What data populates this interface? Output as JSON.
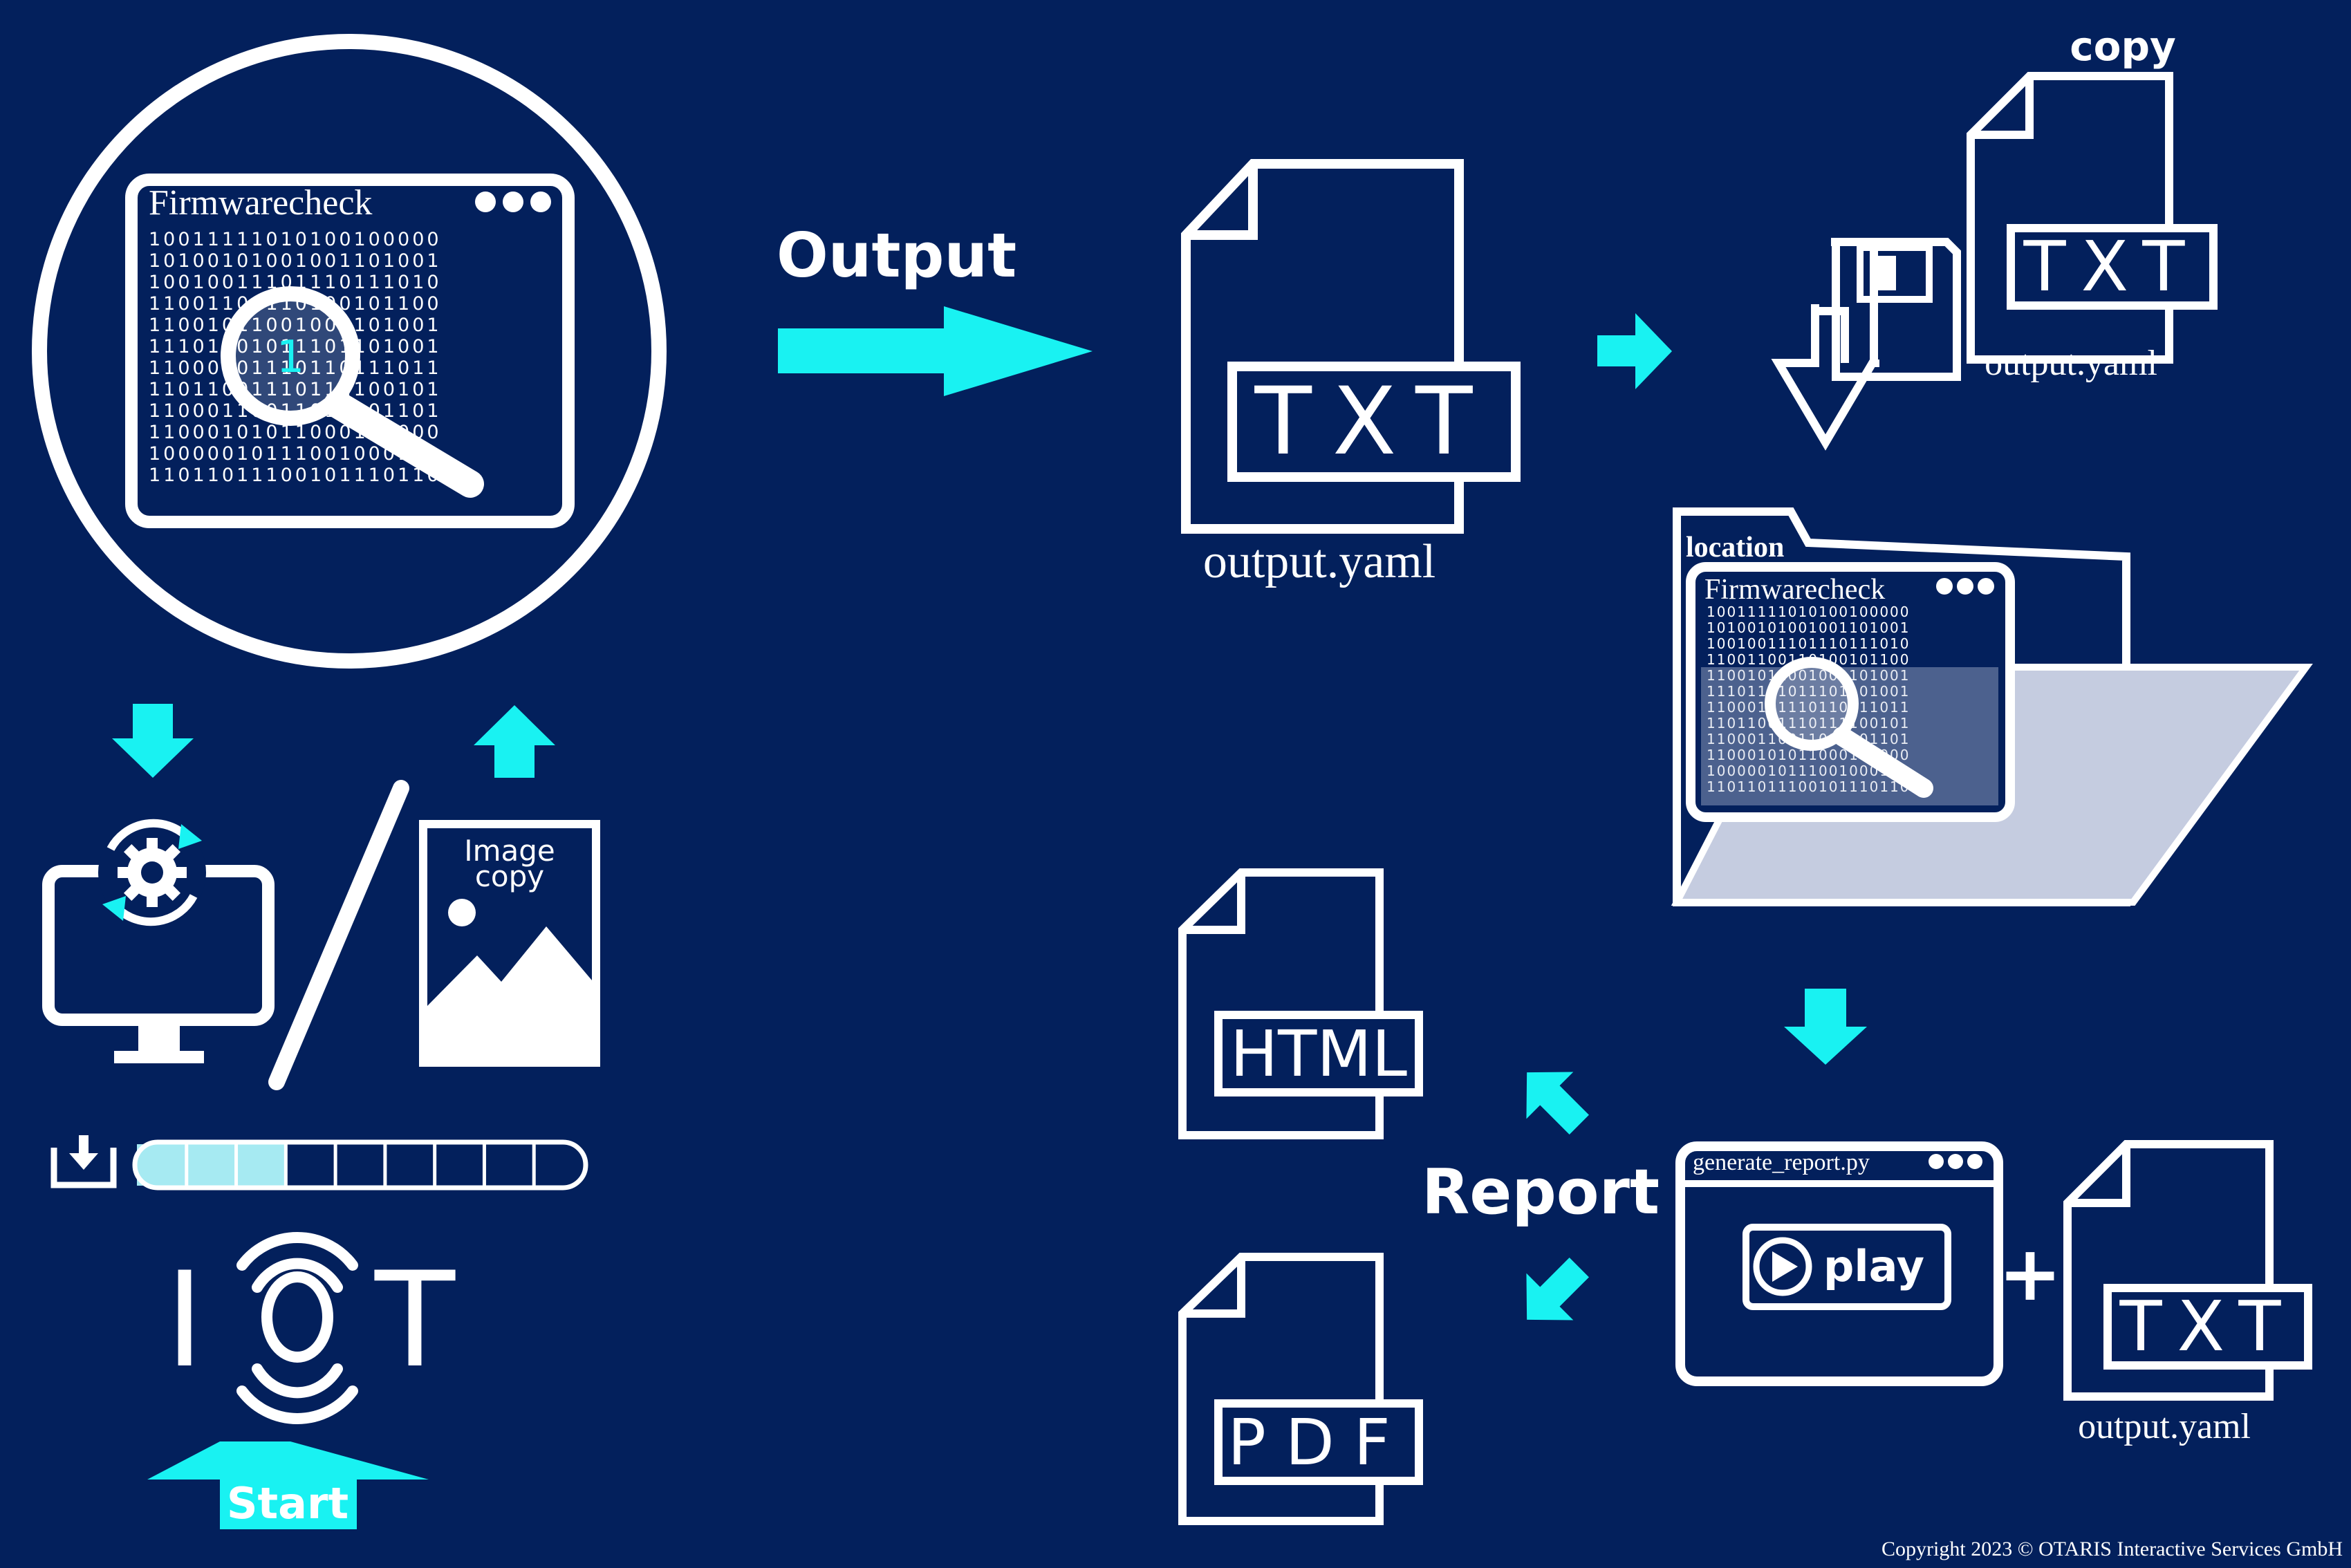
{
  "colors": {
    "background": "#03205c",
    "accent": "#19f2f2",
    "line": "#ffffff",
    "folder_fill": "#c5cce0",
    "progress_fill": "#a6eaf2"
  },
  "firmware_window": {
    "title": "Firmwarecheck",
    "binary_rows": [
      "10011111010100100000",
      "10100101001001101001",
      "10010011101110111010",
      "11001100110100101100",
      "11001011001001101001",
      "11101101011101101001",
      "11000101110110111011",
      "11011001110111100101",
      "11000110011011101101",
      "11000101011000100000",
      "10000010111001000101",
      "11011011100101110110"
    ],
    "magnifier_digit": "1"
  },
  "left_column": {
    "image_copy_label_line1": "Image",
    "image_copy_label_line2": "copy",
    "progress_fraction": 0.33,
    "progress_segments": 9,
    "iot_text_i": "I",
    "iot_text_t": "T",
    "start_label": "Start"
  },
  "output_section": {
    "output_label": "Output",
    "txt_label": "TXT",
    "file_name": "output.yaml"
  },
  "copy_section": {
    "copy_label": "copy",
    "txt_label": "TXT",
    "file_name": "output.yaml"
  },
  "folder_section": {
    "location_label": "location",
    "window_title": "Firmwarecheck"
  },
  "report_section": {
    "report_label": "Report",
    "script_window_title": "generate_report.py",
    "play_label": "play",
    "plus": "+",
    "txt_label": "TXT",
    "file_name": "output.yaml",
    "html_label": "HTML",
    "pdf_label": "PDF"
  },
  "copyright": "Copyright 2023 © OTARIS Interactive Services GmbH",
  "icons": [
    "magnifier-icon",
    "gear-sync-icon",
    "monitor-icon",
    "image-icon",
    "download-icon",
    "antenna-icon",
    "floppy-disk-icon",
    "download-arrow-icon",
    "folder-icon",
    "play-icon",
    "file-icon"
  ]
}
